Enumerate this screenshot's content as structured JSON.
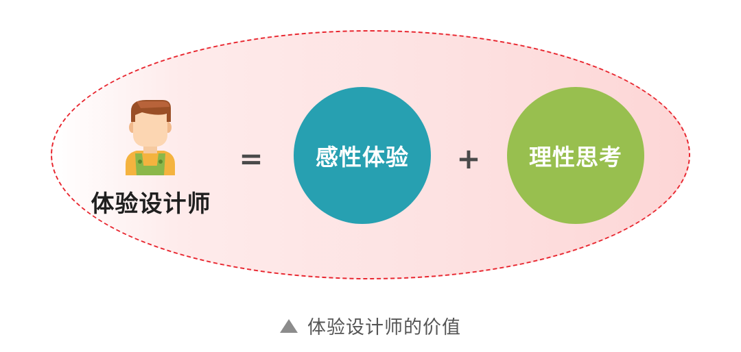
{
  "designer": {
    "label": "体验设计师",
    "icon": "designer-avatar-icon"
  },
  "equation": {
    "equals_sign": "=",
    "plus_sign": "+",
    "left_term": "感性体验",
    "right_term": "理性思考"
  },
  "caption": {
    "marker_icon": "triangle-up-icon",
    "text": "体验设计师的价值"
  },
  "colors": {
    "outline": "#e8262f",
    "sense_circle": "#27a0b1",
    "think_circle": "#98bf4f"
  }
}
